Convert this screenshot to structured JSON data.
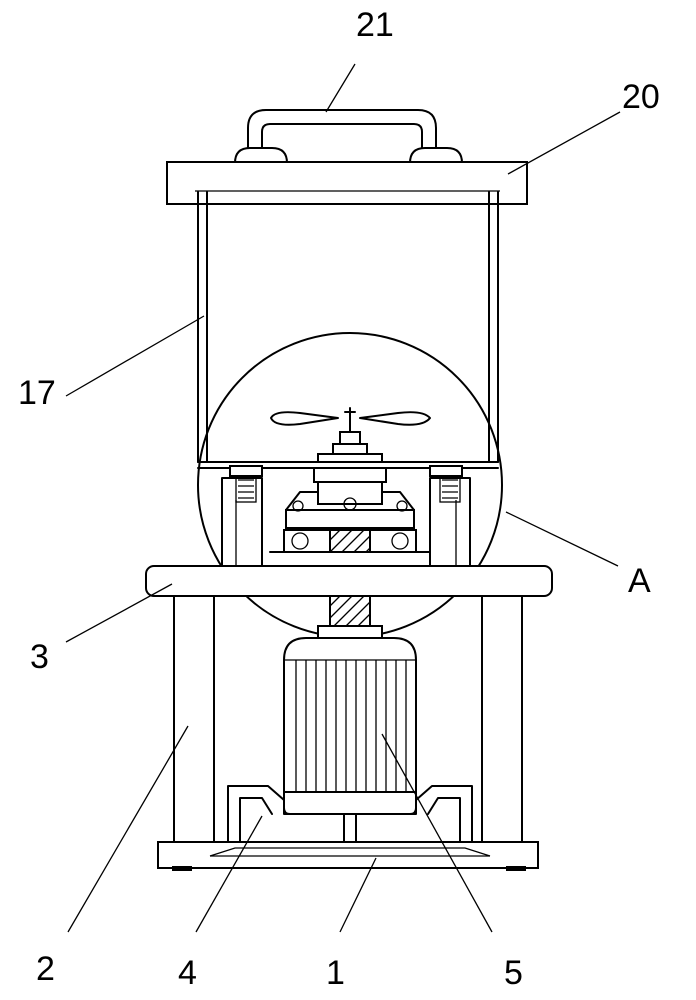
{
  "labels": {
    "handle": "21",
    "top_cover": "20",
    "container_wall": "17",
    "detail_a": "A",
    "platform": "3",
    "support_column": "2",
    "motor_bracket": "4",
    "base_plate": "1",
    "motor": "5"
  },
  "colors": {
    "line": "#000000",
    "background": "#ffffff"
  }
}
